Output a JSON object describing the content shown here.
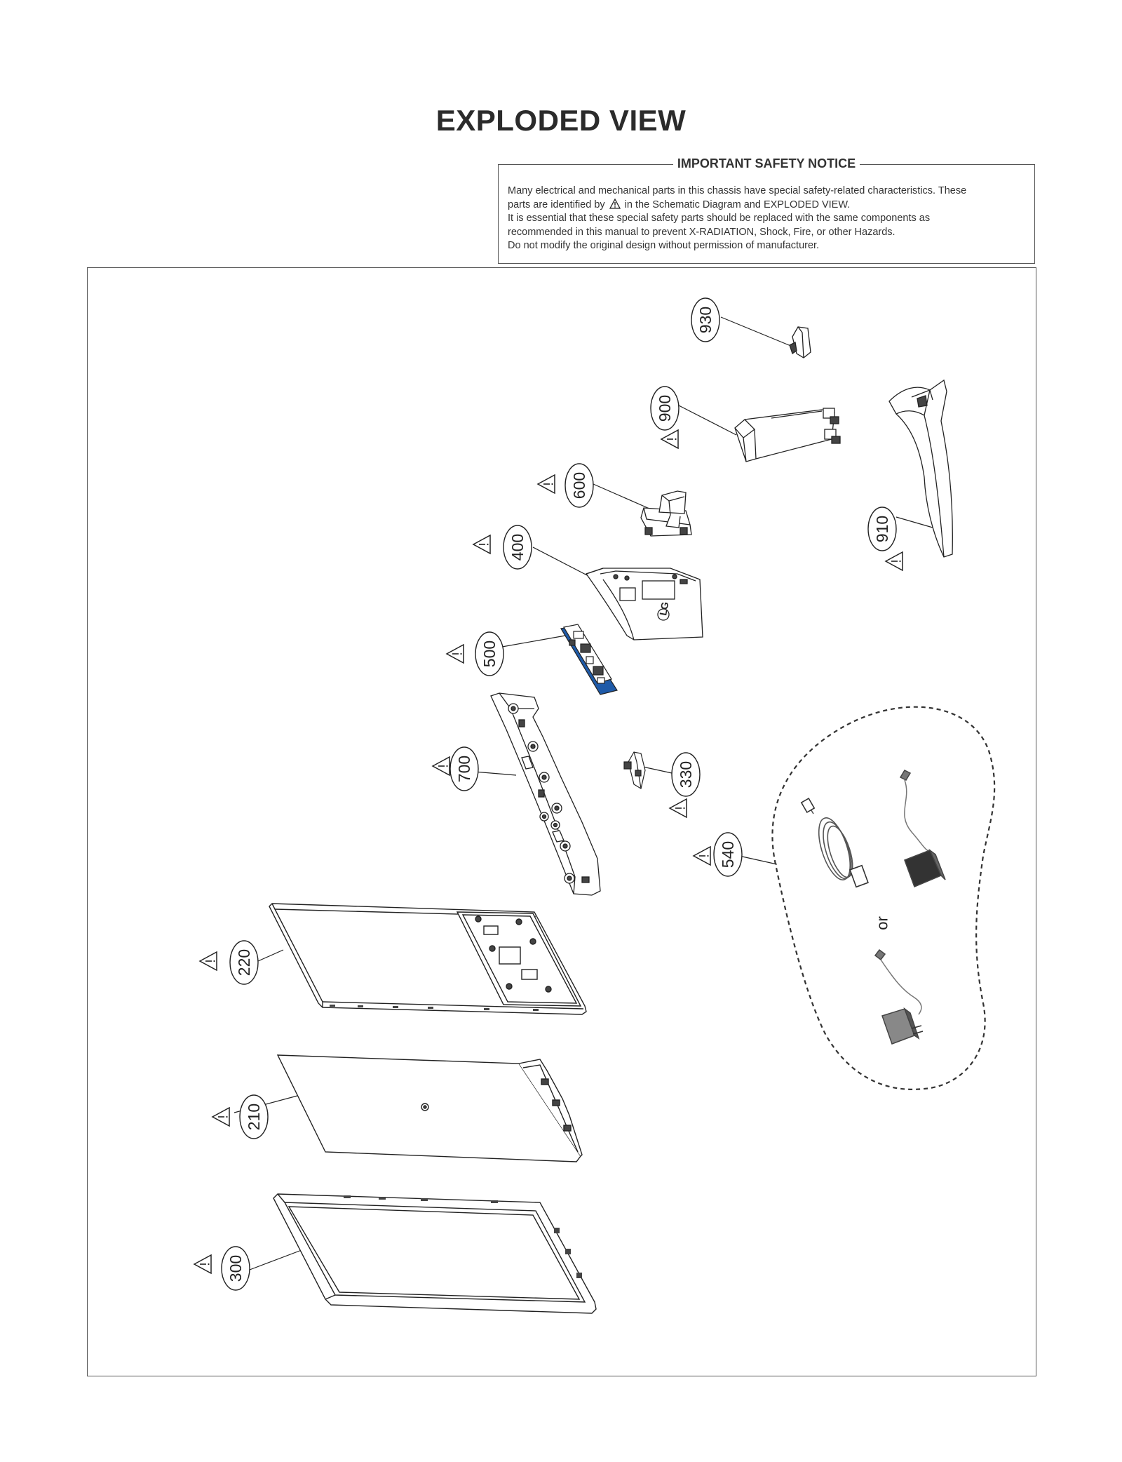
{
  "page": {
    "title": "EXPLODED VIEW"
  },
  "notice": {
    "title": "IMPORTANT SAFETY NOTICE",
    "line1": "Many electrical and mechanical parts in this chassis have special safety-related characteristics. These",
    "line2_before": "parts are identified by",
    "line2_after": "in the Schematic Diagram and EXPLODED VIEW.",
    "line3": "It is essential that these special safety parts should be replaced with the same components as",
    "line4": "recommended in this manual to prevent X-RADIATION, Shock, Fire, or other Hazards.",
    "line5": "Do not modify the original design without permission of manufacturer."
  },
  "callouts": {
    "c930": "930",
    "c900": "900",
    "c600": "600",
    "c400": "400",
    "c910": "910",
    "c500": "500",
    "c700": "700",
    "c330": "330",
    "c540": "540",
    "c220": "220",
    "c210": "210",
    "c300": "300"
  },
  "diagram": {
    "or_label": "or",
    "logo_text": "LG"
  },
  "colors": {
    "line": "#222222",
    "border": "#555555",
    "board": "#1e5aa8"
  }
}
